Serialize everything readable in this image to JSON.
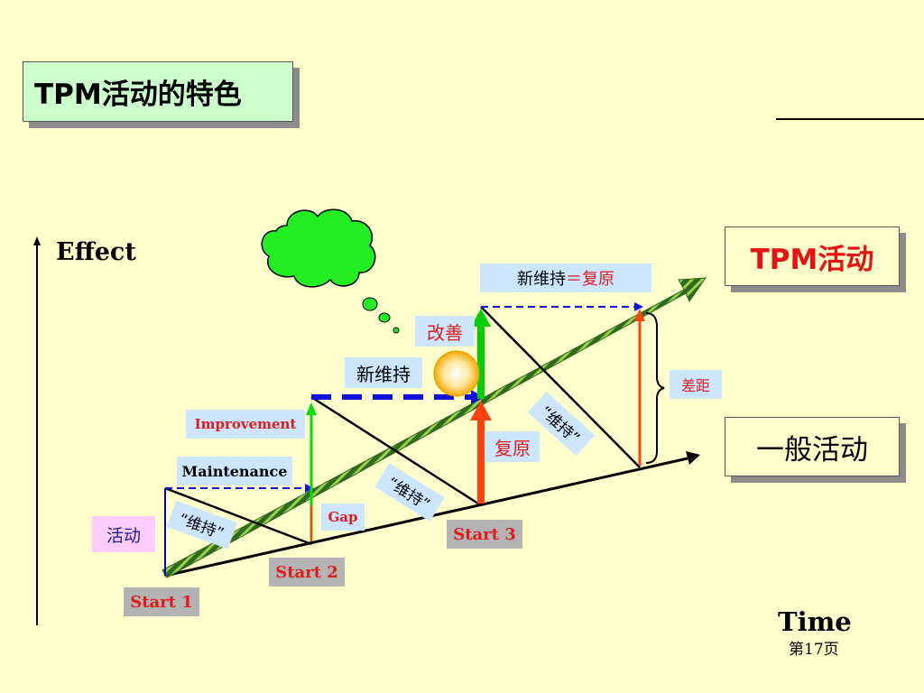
{
  "slide": {
    "title": "TPM活动的特色",
    "page_label": "第17页"
  },
  "axes": {
    "y_label": "Effect",
    "x_label": "Time"
  },
  "legend": {
    "tpm": "TPM活动",
    "general": "一般活动"
  },
  "labels": {
    "activity": "活动",
    "maintenance": "Maintenance",
    "improvement": "Improvement",
    "gap": "Gap",
    "new_maintain": "新维持",
    "kaizen": "改善",
    "restore": "复原",
    "new_maintain_eq_part1": "新维持",
    "new_maintain_eq_sign": "＝",
    "new_maintain_eq_part2": "复原",
    "difference": "差距",
    "maintain_quote_1": "“维持”",
    "maintain_quote_2": "“维持”",
    "maintain_quote_3": "“维持”",
    "start_1": "Start 1",
    "start_2": "Start 2",
    "start_3": "Start 3"
  },
  "colors": {
    "background": "#ffffcc",
    "title_box": "#ccffcc",
    "label_blue": "#cce6ff",
    "activity_pink": "#ffccff",
    "start_gray": "#b3b3b3",
    "red_text": "#e01b1b",
    "green_arrow": "#00e000",
    "orange_arrow": "#ff4010",
    "dashed_blue": "#1010e0",
    "tpm_arrow": "#3a7a20"
  }
}
